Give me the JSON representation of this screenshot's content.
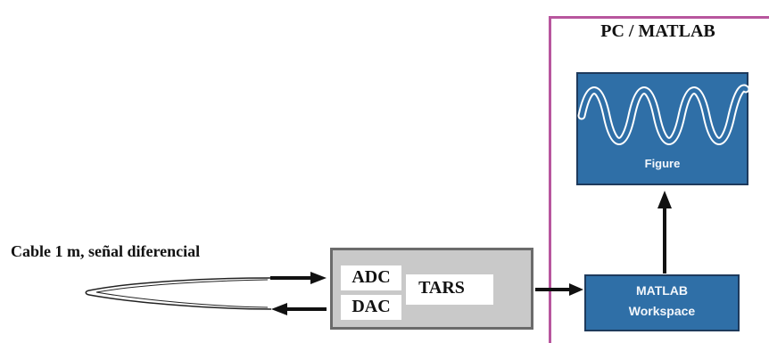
{
  "pc_title": "PC / MATLAB",
  "figure_label": "Figure",
  "workspace": {
    "line1": "MATLAB",
    "line2": "Workspace"
  },
  "tars": {
    "adc": "ADC",
    "dac": "DAC",
    "name": "TARS"
  },
  "cable_label": "Cable 1 m, señal diferencial",
  "colors": {
    "block_fill": "#2f6fa7",
    "pc_frame": "#b8569e",
    "device_fill": "#c9c9c9"
  },
  "icons": {
    "waveform": "sine-wave-icon"
  }
}
